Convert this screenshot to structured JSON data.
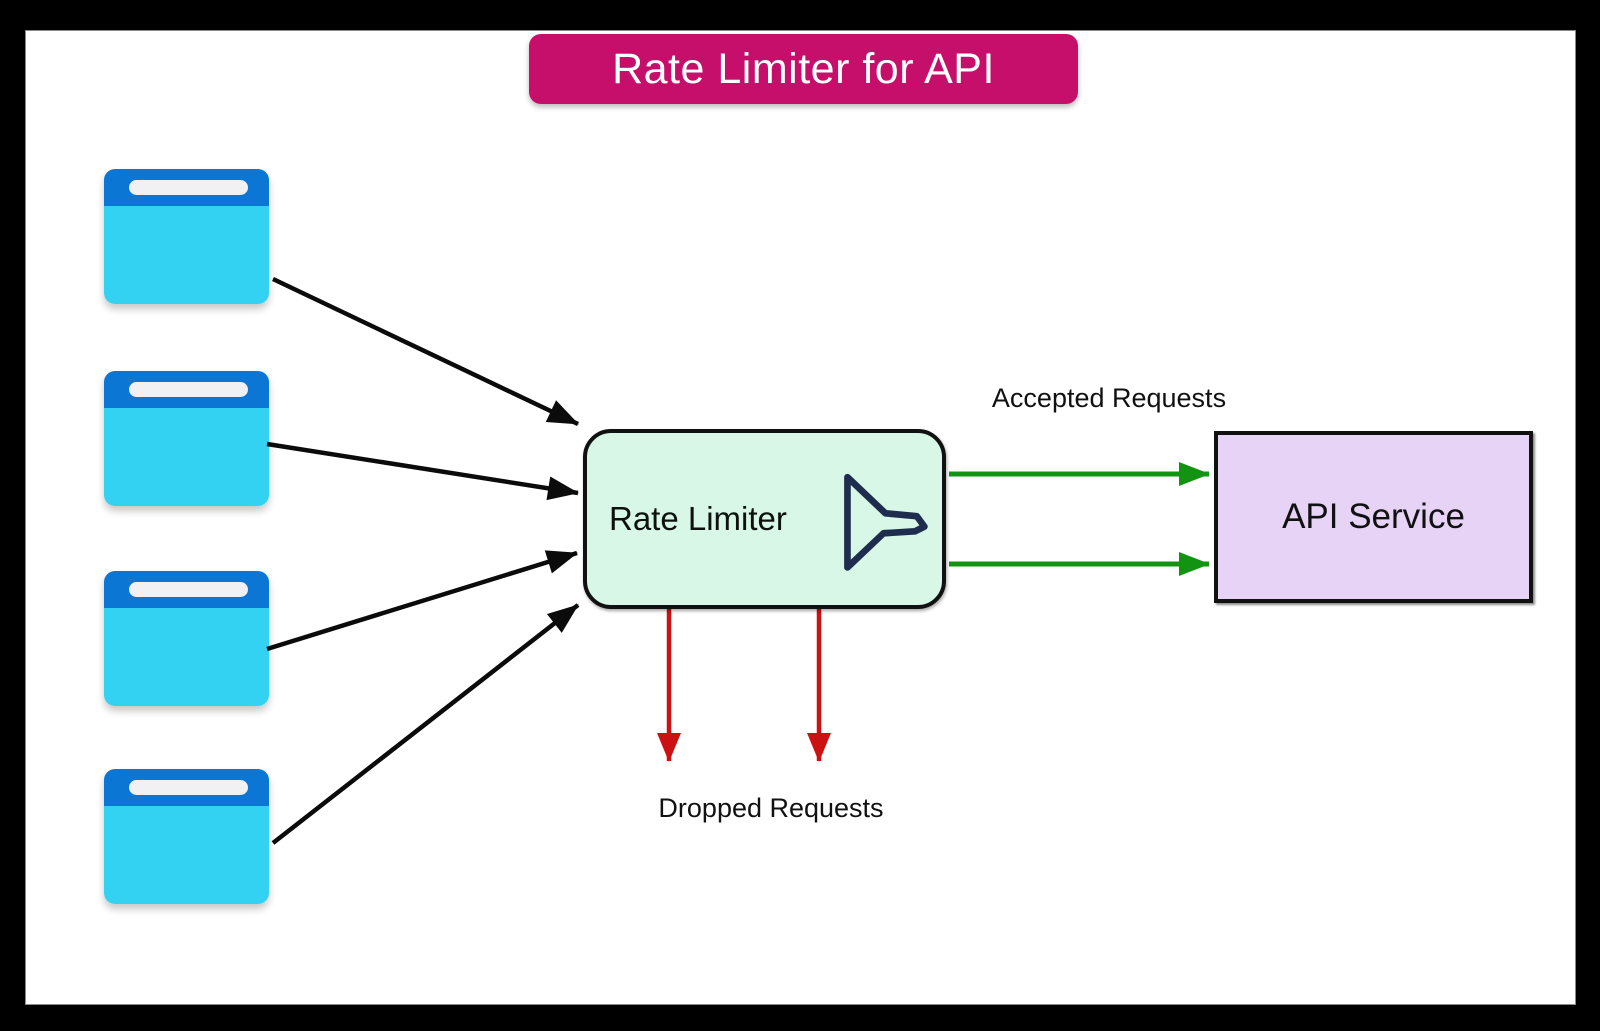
{
  "title": {
    "text": "Rate Limiter for API",
    "bg": "#C50F6B",
    "fg": "#FFFFFF"
  },
  "clients": {
    "count": 4,
    "header_color": "#0B76D4",
    "body_color": "#33D1F2",
    "addressbar_color": "#F1F1F3"
  },
  "rate_limiter": {
    "label": "Rate Limiter",
    "fill": "#D8F7E7",
    "border": "#111111",
    "funnel_color": "#1E2C4E"
  },
  "api_service": {
    "label": "API Service",
    "fill": "#E6D3F6",
    "border": "#111111"
  },
  "flows": {
    "incoming": {
      "color": "#0B0B0B",
      "count": 4
    },
    "accepted": {
      "label": "Accepted Requests",
      "color": "#129412",
      "count": 2
    },
    "dropped": {
      "label": "Dropped Requests",
      "color": "#CB1212",
      "count": 2
    }
  }
}
